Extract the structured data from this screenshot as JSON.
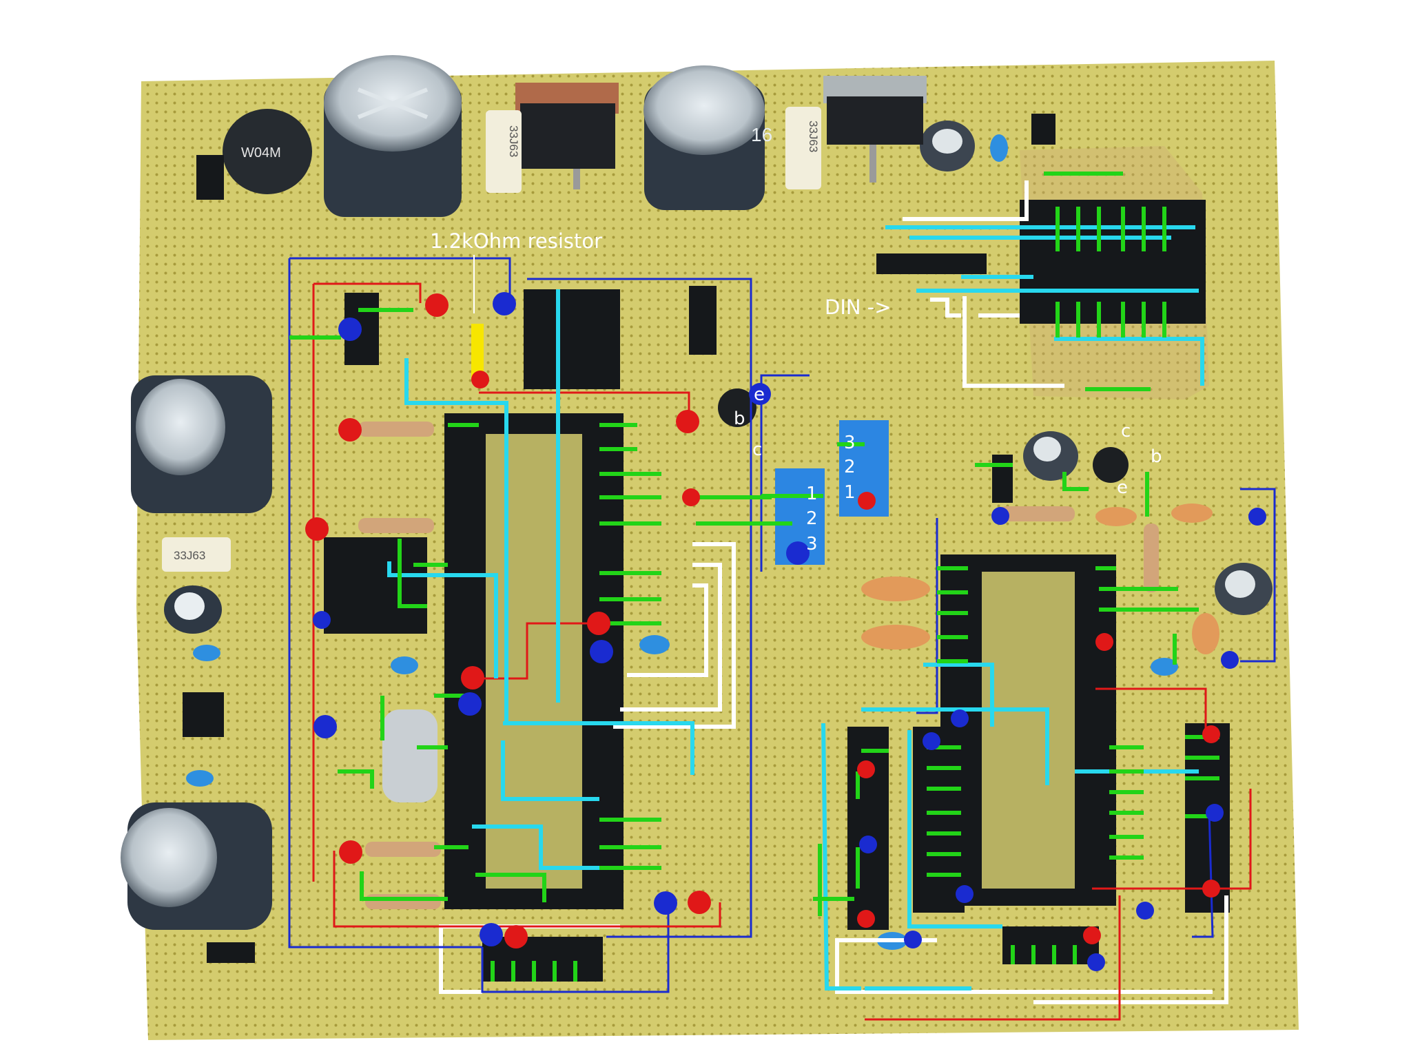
{
  "photo": {
    "background": "#ffffff",
    "board_color": "#d4cc6e",
    "wire_colors": {
      "signal": "#22d418",
      "bus": "#28d8ee",
      "ground": "#1a2bd0",
      "power": "#e01818",
      "extra": "#ffffff",
      "resistor_marker": "#f7e600"
    }
  },
  "annotations": {
    "resistor_label": "1.2kOhm resistor",
    "din_label": "DIN ->",
    "transistor_left": {
      "e": "e",
      "b": "b",
      "c": "c"
    },
    "transistor_right": {
      "c": "c",
      "b": "b",
      "e": "e"
    },
    "trimmer_a": {
      "p3": "3",
      "p2": "2",
      "p1": "1"
    },
    "trimmer_b": {
      "p1": "1",
      "p2": "2",
      "p3": "3"
    }
  },
  "component_markings": {
    "bridge_rectifier": "W04M",
    "film_cap_top_left": "33J63",
    "film_cap_top_mid": "33J63",
    "film_cap_left_side": "33J63",
    "cap_top_mid_value": "16"
  }
}
